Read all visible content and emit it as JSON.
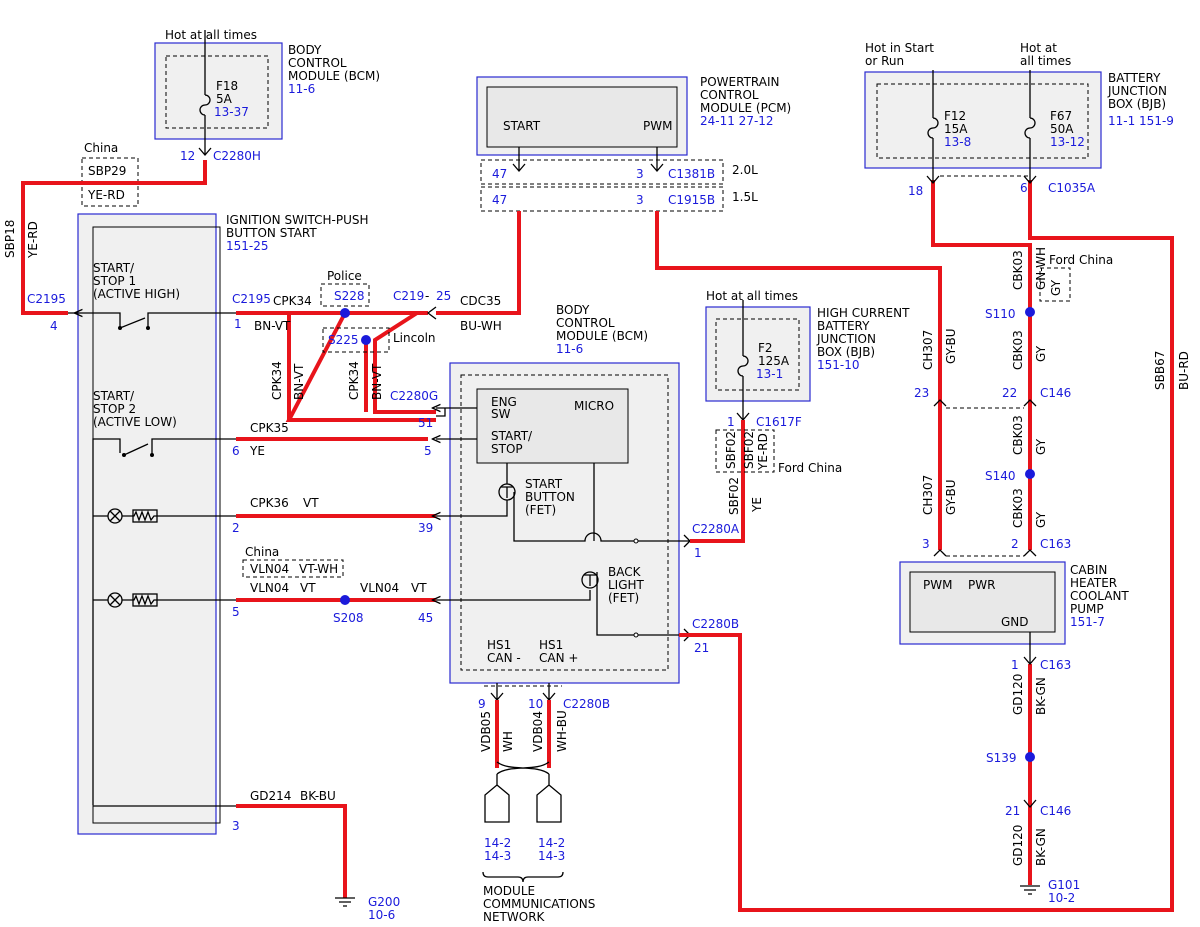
{
  "bcm_top": {
    "hot": "Hot at all times",
    "title": [
      "BODY",
      "CONTROL",
      "MODULE (BCM)"
    ],
    "ref": "11-6",
    "fuse": "F18",
    "amp": "5A",
    "fuse_ref": "13-37",
    "pin": "12",
    "conn": "C2280H"
  },
  "china1": {
    "label": "China",
    "splice": "SBP29",
    "color": "YE-RD"
  },
  "sbp18": {
    "circuit": "SBP18",
    "color": "YE-RD",
    "conn": "C2195",
    "pin": "4"
  },
  "ignition": {
    "title": [
      "IGNITION SWITCH-PUSH",
      "BUTTON START"
    ],
    "ref": "151-25",
    "stop1": [
      "START/",
      "STOP 1",
      "(ACTIVE HIGH)"
    ],
    "stop2": [
      "START/",
      "STOP 2",
      "(ACTIVE LOW)"
    ]
  },
  "pcm": {
    "title": [
      "POWERTRAIN",
      "CONTROL",
      "MODULE (PCM)"
    ],
    "ref": "24-11  27-12",
    "start": "START",
    "pwm": "PWM",
    "pin47a": "47",
    "pin3a": "3",
    "conn_a": "C1381B",
    "var_a": "2.0L",
    "pin47b": "47",
    "pin3b": "3",
    "conn_b": "C1915B",
    "var_b": "1.5L"
  },
  "wires": {
    "c2195": "C2195",
    "pin1": "1",
    "cpk34": "CPK34",
    "bnvt": "BN-VT",
    "police": "Police",
    "s228": "S228",
    "s225": "S225",
    "lincoln": "Lincoln",
    "c219": "C219",
    "c219_pin": "25",
    "cdc35": "CDC35",
    "buwh": "BU-WH",
    "cpk34_v1": "CPK34",
    "bnvt_v1": "BN-VT",
    "cpk34_v2": "CPK34",
    "bnvt_v2": "BN-VT",
    "c2280g": "C2280G",
    "pin51": "51",
    "cpk35": "CPK35",
    "ye": "YE",
    "pin6": "6",
    "pin5": "5",
    "cpk36": "CPK36",
    "vt": "VT",
    "pin2": "2",
    "pin39": "39",
    "china2": "China",
    "vln04_china": "VLN04",
    "vtwh": "VT-WH",
    "vln04a": "VLN04",
    "vt_a": "VT",
    "vln04b": "VLN04",
    "vt_b": "VT",
    "pin5b": "5",
    "s208": "S208",
    "pin45": "45",
    "gd214": "GD214",
    "bkbu": "BK-BU",
    "pin3": "3",
    "g200": "G200",
    "g200_ref": "10-6"
  },
  "bcm_mid": {
    "title": [
      "BODY",
      "CONTROL",
      "MODULE (BCM)"
    ],
    "ref": "11-6",
    "engsw": [
      "ENG",
      "SW"
    ],
    "micro": "MICRO",
    "startstop": [
      "START/",
      "STOP"
    ],
    "startbtn": [
      "START",
      "BUTTON",
      "(FET)"
    ],
    "backlight": [
      "BACK",
      "LIGHT",
      "(FET)"
    ],
    "hs1a": [
      "HS1",
      "CAN -"
    ],
    "hs1b": [
      "HS1",
      "CAN +"
    ],
    "c2280a": "C2280A",
    "pin1": "1",
    "c2280b": "C2280B",
    "pin21": "21"
  },
  "can": {
    "pin9": "9",
    "pin10": "10",
    "conn": "C2280B",
    "vdb05": "VDB05",
    "wh": "WH",
    "vdb04": "VDB04",
    "whbu": "WH-BU",
    "ref1": [
      "14-2",
      "14-3"
    ],
    "ref2": [
      "14-2",
      "14-3"
    ],
    "network": [
      "MODULE",
      "COMMUNICATIONS",
      "NETWORK"
    ]
  },
  "hcbjb": {
    "hot": "Hot at all times",
    "title": [
      "HIGH CURRENT",
      "BATTERY",
      "JUNCTION",
      "BOX (BJB)"
    ],
    "ref": "151-10",
    "fuse": "F2",
    "amp": "125A",
    "fuse_ref": "13-1",
    "pin": "1",
    "conn": "C1617F",
    "sbf02": "SBF02",
    "sbf02b": "SBF02",
    "yerd": "YE-RD",
    "ford_china": "Ford China",
    "sbf02c": "SBF02",
    "ye": "YE"
  },
  "bjb": {
    "hot1": [
      "Hot in Start",
      "or Run"
    ],
    "hot2": [
      "Hot at",
      "all times"
    ],
    "title": [
      "BATTERY",
      "JUNCTION",
      "BOX (BJB)"
    ],
    "ref": "11-1  151-9",
    "f12": "F12",
    "a12": "15A",
    "r12": "13-8",
    "f67": "F67",
    "a67": "50A",
    "r67": "13-12",
    "pin18": "18",
    "pin6": "6",
    "conn": "C1035A"
  },
  "right": {
    "cbk03a": "CBK03",
    "gnwh": "GN-WH",
    "ford_china": "Ford China",
    "gy_box": "GY",
    "s110": "S110",
    "cbk03b": "CBK03",
    "gy_b": "GY",
    "ch307a": "CH307",
    "gybu_a": "GY-BU",
    "pin23": "23",
    "pin22": "22",
    "c146a": "C146",
    "cbk03c": "CBK03",
    "gy_c": "GY",
    "s140": "S140",
    "ch307b": "CH307",
    "gybu_b": "GY-BU",
    "cbk03d": "CBK03",
    "gy_d": "GY",
    "pin3": "3",
    "pin2": "2",
    "c163a": "C163",
    "sbb67": "SBB67",
    "burd": "BU-RD"
  },
  "pump": {
    "title": [
      "CABIN",
      "HEATER",
      "COOLANT",
      "PUMP"
    ],
    "ref": "151-7",
    "pwm": "PWM",
    "pwr": "PWR",
    "gnd": "GND",
    "pin1": "1",
    "c163": "C163",
    "gd120a": "GD120",
    "bkgn_a": "BK-GN",
    "s139": "S139",
    "pin21": "21",
    "c146": "C146",
    "gd120b": "GD120",
    "bkgn_b": "BK-GN",
    "g101": "G101",
    "g101_ref": "10-2"
  }
}
